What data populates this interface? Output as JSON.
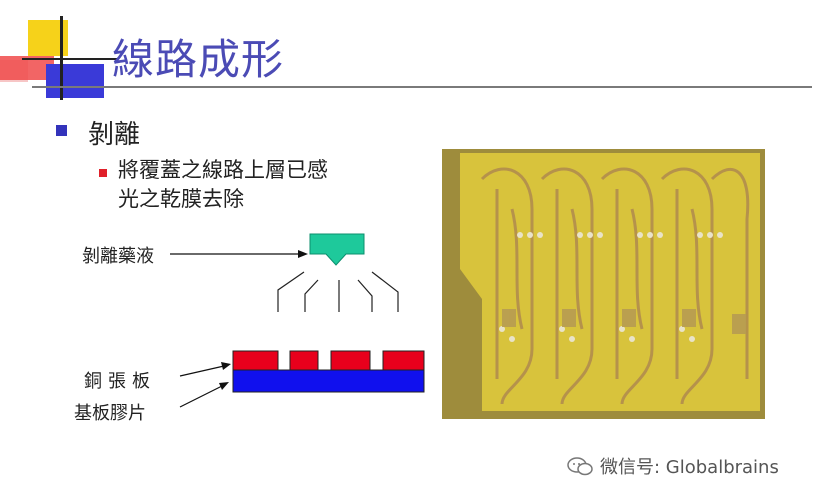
{
  "slide": {
    "title": "線路成形",
    "heading": "剝離",
    "description_line1": "將覆蓋之線路上層已感",
    "description_line2": "光之乾膜去除"
  },
  "diagram": {
    "strip_label": "剝離藥液",
    "copper_label": "銅張板",
    "film_label": "基板膠片"
  },
  "colors": {
    "title": "#4b4bb5",
    "bullet_level1": "#3333bb",
    "bullet_level2": "#e0202a",
    "dry_film": "#e8001c",
    "substrate": "#1010ee",
    "nozzle": "#1ec99b",
    "pcb": "#d4bf3a"
  },
  "icons": {
    "bullet_level1": "square-bullet-icon",
    "bullet_level2": "square-bullet-icon",
    "watermark": "wechat-icon"
  },
  "watermark": {
    "text": "微信号: Globalbrains"
  }
}
